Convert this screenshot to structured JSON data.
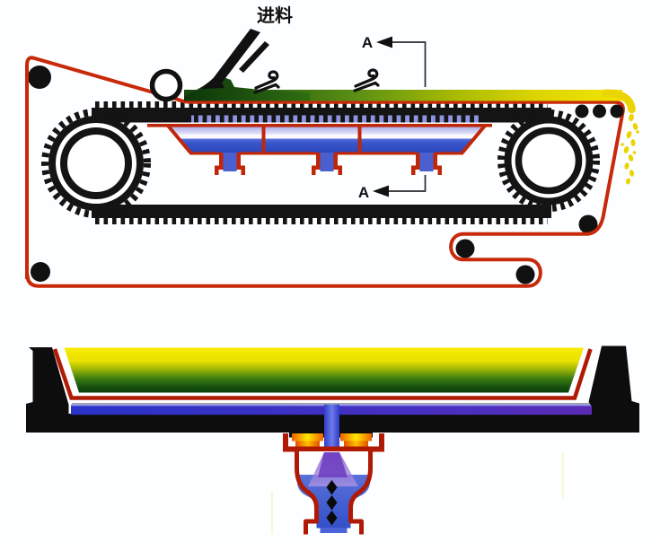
{
  "diagram": {
    "description": "Belt vacuum filter: side view (top) and A-A cross-section (bottom)",
    "labels": {
      "feed": "进料",
      "section_marker_top": "A",
      "section_marker_bottom": "A"
    },
    "colors": {
      "cloth_red": "#c8290a",
      "box_red": "#bf2708",
      "belt_black": "#141414",
      "filtrate_blue": "#3353c4",
      "slot_lavender": "#8d95e2",
      "cake_yellow": "#ecd400",
      "slurry_green_dark": "#0c350a",
      "vacuum_band_blue": "#2a33c8",
      "vacuum_band_purple": "#5b2bb4",
      "flange_orange": "#f06000",
      "flange_yellow": "#ffe800",
      "spray_purple": "#7a46c8",
      "vessel_red": "#b01a04"
    }
  },
  "icons": {
    "wash_nozzle": "hooked-plate",
    "section_arrow": "left-solid-triangle",
    "flow_arrow": "down-diamond"
  }
}
